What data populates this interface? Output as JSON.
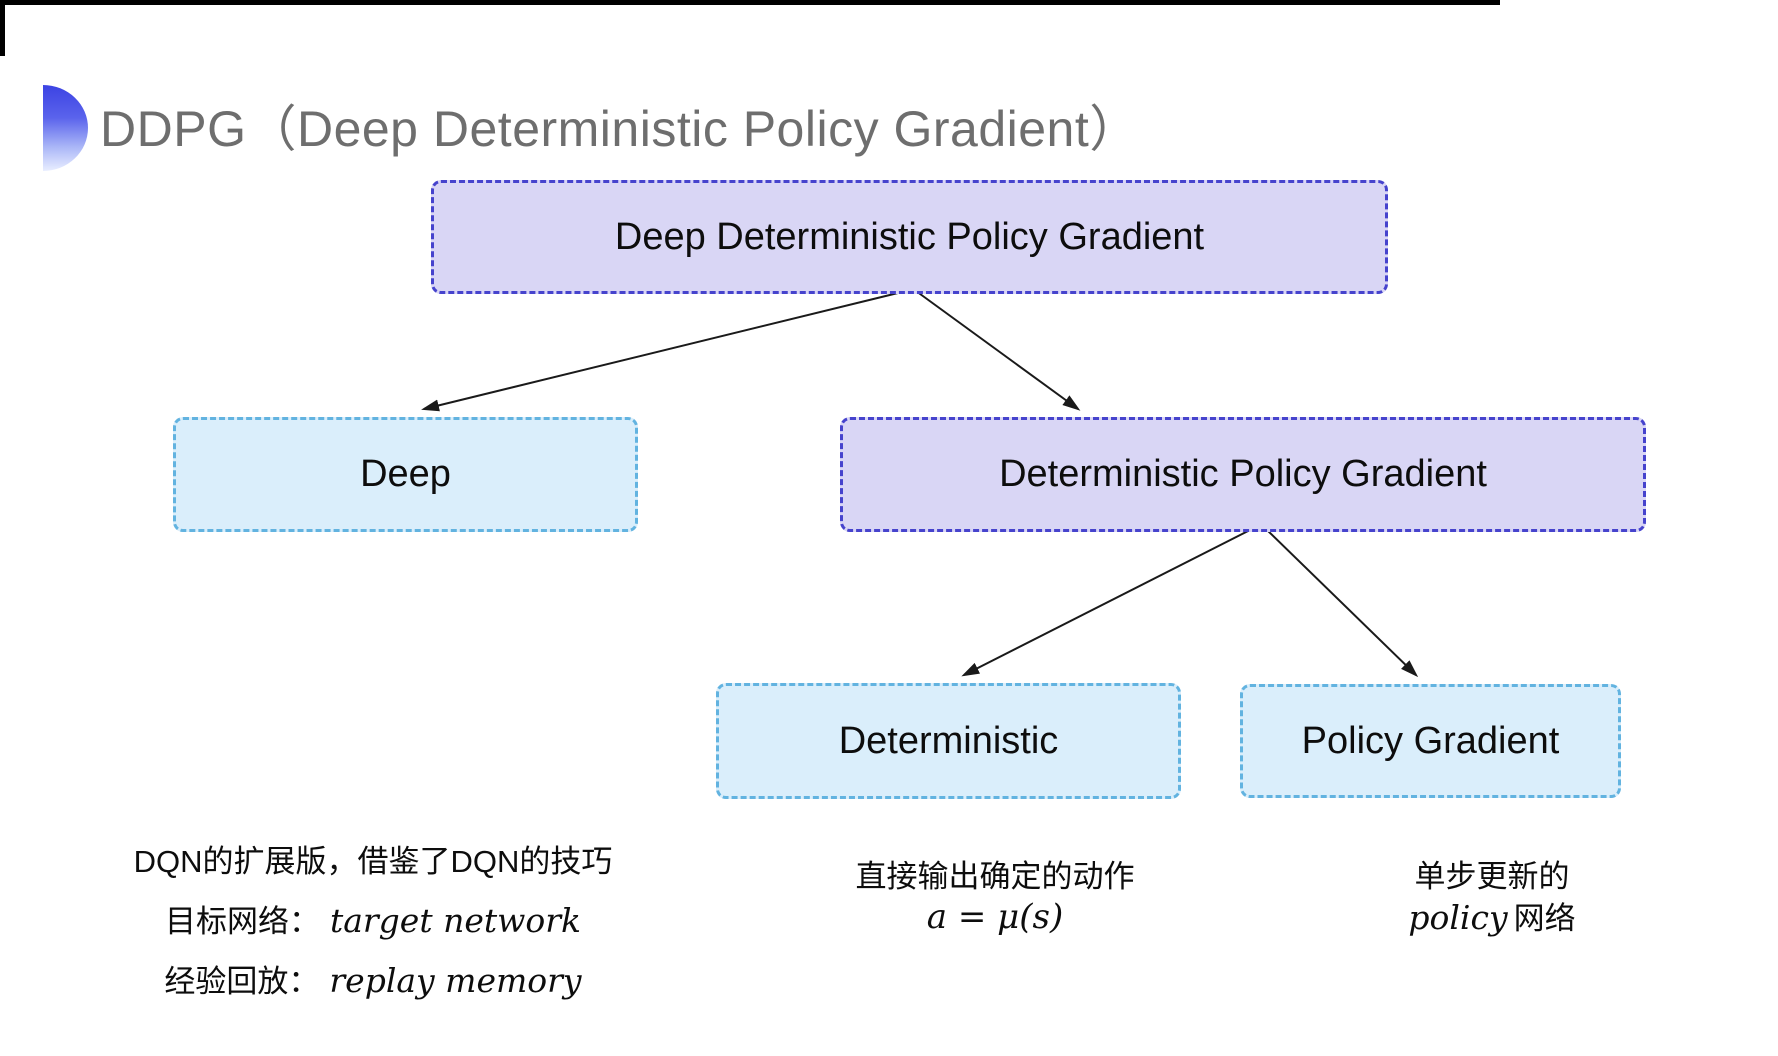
{
  "title": {
    "text": "DDPG（Deep Deterministic Policy Gradient）"
  },
  "nodes": [
    {
      "id": "root",
      "label": "Deep Deterministic Policy Gradient",
      "variant": "purple"
    },
    {
      "id": "deep",
      "label": "Deep",
      "variant": "cyan"
    },
    {
      "id": "dpg",
      "label": "Deterministic Policy Gradient",
      "variant": "purple"
    },
    {
      "id": "deterministic",
      "label": "Deterministic",
      "variant": "cyan"
    },
    {
      "id": "policy-gradient",
      "label": "Policy Gradient",
      "variant": "cyan"
    }
  ],
  "annotations": {
    "left": {
      "line1": "DQN的扩展版，借鉴了DQN的技巧",
      "line2_cjk": "目标网络：",
      "line2_latin": "target network",
      "line3_cjk": "经验回放：",
      "line3_latin": "replay memory"
    },
    "middle": {
      "line1": "直接输出确定的动作",
      "formula": "a = μ(s)"
    },
    "right": {
      "line1": "单步更新的",
      "term": "policy",
      "suffix": "网络"
    }
  },
  "colors": {
    "purple-fill": "#d9d6f5",
    "purple-border": "#4643cd",
    "cyan-fill": "#daeefb",
    "cyan-border": "#62b3e0",
    "title": "#6e6e6e",
    "arrow": "#1a1a1a",
    "icon-top": "#3c43e3",
    "icon-bottom": "#e9eeff"
  }
}
